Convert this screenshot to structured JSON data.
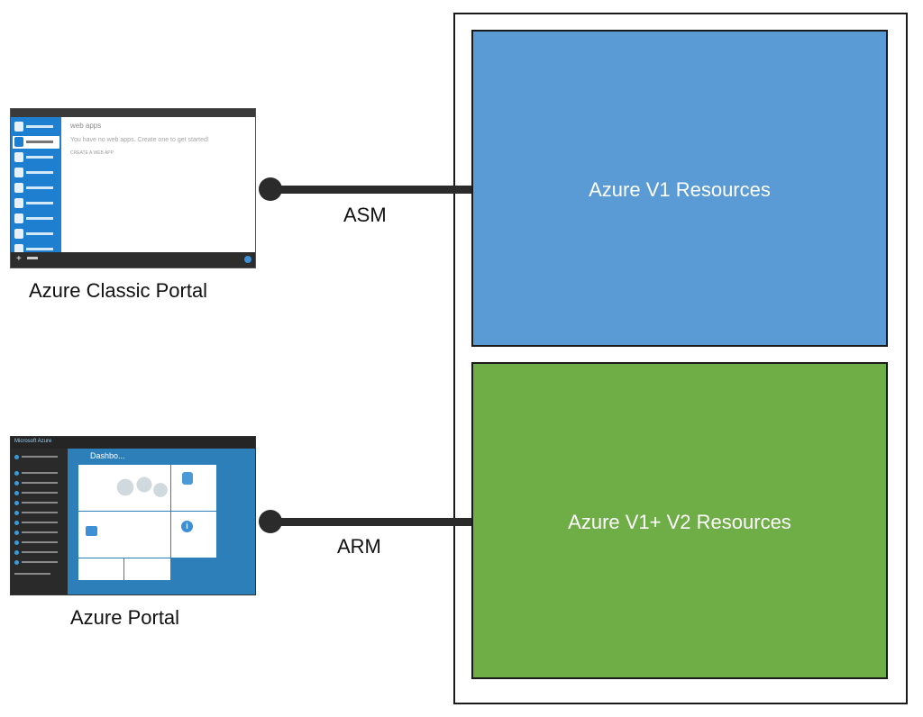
{
  "resources": {
    "v1_label": "Azure V1 Resources",
    "v2_label": "Azure V1+ V2 Resources"
  },
  "connectors": {
    "asm_label": "ASM",
    "arm_label": "ARM"
  },
  "portals": {
    "classic": {
      "caption": "Azure Classic Portal",
      "screen_title": "web apps",
      "screen_message": "You have no web apps. Create one to get started!",
      "screen_link": "CREATE A WEB APP",
      "new_button": "+"
    },
    "modern": {
      "caption": "Azure Portal",
      "brand": "Microsoft Azure",
      "dashboard_title": "Dashbo..."
    }
  },
  "colors": {
    "v1_fill": "#5b9bd5",
    "v2_fill": "#6fad47",
    "connector": "#2b2b2b"
  }
}
